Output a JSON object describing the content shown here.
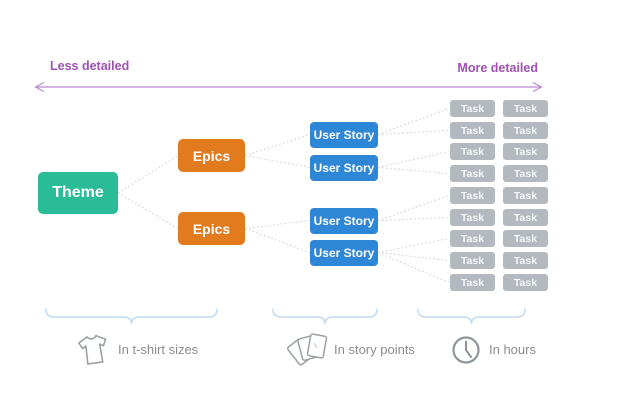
{
  "axis": {
    "left_label": "Less detailed",
    "right_label": "More detailed"
  },
  "nodes": {
    "theme": "Theme",
    "epics": "Epics",
    "user_story": "User Story",
    "task": "Task"
  },
  "colors": {
    "theme_box": "#2abb97",
    "epic_box": "#e27a1e",
    "user_story_box": "#2e86d6",
    "task_box": "#b3b9bf",
    "axis_text": "#a050b5",
    "axis_line": "#bd87d2",
    "connector_line": "#d2d2d2",
    "brace": "#c3daf0",
    "legend_text": "#8c8c8c",
    "icon_stroke": "#9ba1a6"
  },
  "legend": {
    "items": [
      {
        "icon": "tshirt-icon",
        "label": "In t-shirt sizes"
      },
      {
        "icon": "cards-icon",
        "label": "In story points"
      },
      {
        "icon": "clock-icon",
        "label": "In hours"
      }
    ]
  }
}
